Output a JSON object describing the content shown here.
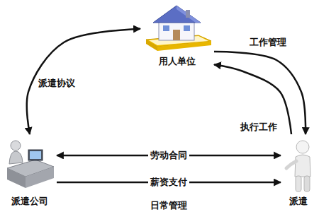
{
  "diagram": {
    "nodes": [
      {
        "text": [
          "用人单位"
        ]
      },
      {
        "text": [
          "派遣公司"
        ]
      },
      {
        "text": [
          "派遣"
        ]
      }
    ],
    "edges": [
      {
        "from": 1,
        "to": 0,
        "arrow": "both",
        "label": "派遣协议"
      },
      {
        "from": 0,
        "to": 2,
        "arrow": "to",
        "label": "工作管理"
      },
      {
        "from": 2,
        "to": 0,
        "arrow": "to",
        "label": "执行工作"
      },
      {
        "from": 1,
        "to": 2,
        "arrow": "both",
        "label": "劳动合同"
      },
      {
        "from": 1,
        "to": 2,
        "arrow": "to",
        "label": "薪资支付"
      }
    ],
    "labels": [
      "日常管理"
    ]
  }
}
